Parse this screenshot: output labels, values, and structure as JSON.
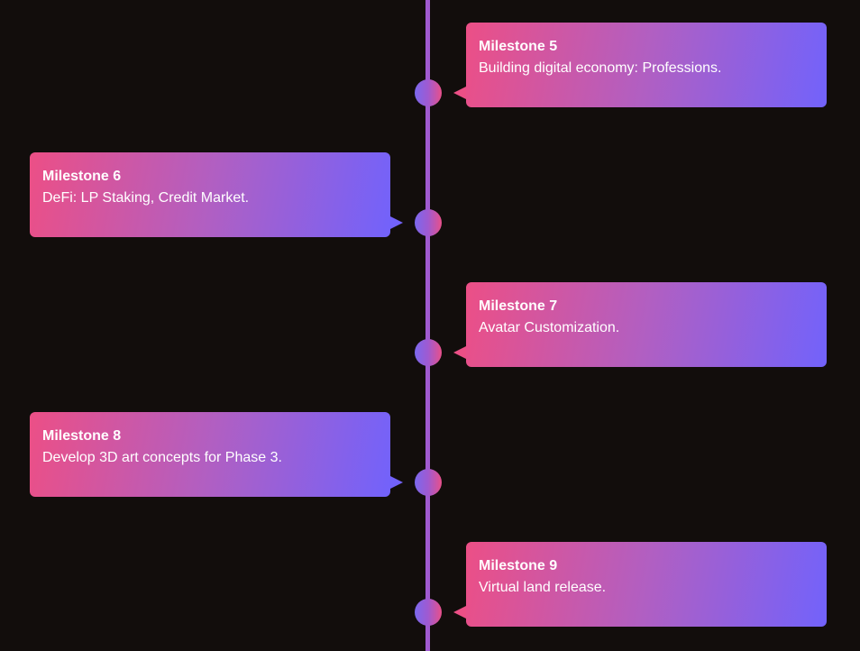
{
  "milestones": [
    {
      "title": "Milestone 5",
      "description": "Building digital economy: Professions."
    },
    {
      "title": "Milestone 6",
      "description": "DeFi: LP Staking, Credit Market."
    },
    {
      "title": "Milestone 7",
      "description": "Avatar Customization."
    },
    {
      "title": "Milestone 8",
      "description": "Develop 3D art concepts for Phase 3."
    },
    {
      "title": "Milestone 9",
      "description": "Virtual land release."
    }
  ],
  "colors": {
    "background": "#120d0c",
    "axis": "#a05ad0",
    "gradient_start": "#ec4f86",
    "gradient_end": "#7262fb",
    "text": "#ffffff"
  }
}
